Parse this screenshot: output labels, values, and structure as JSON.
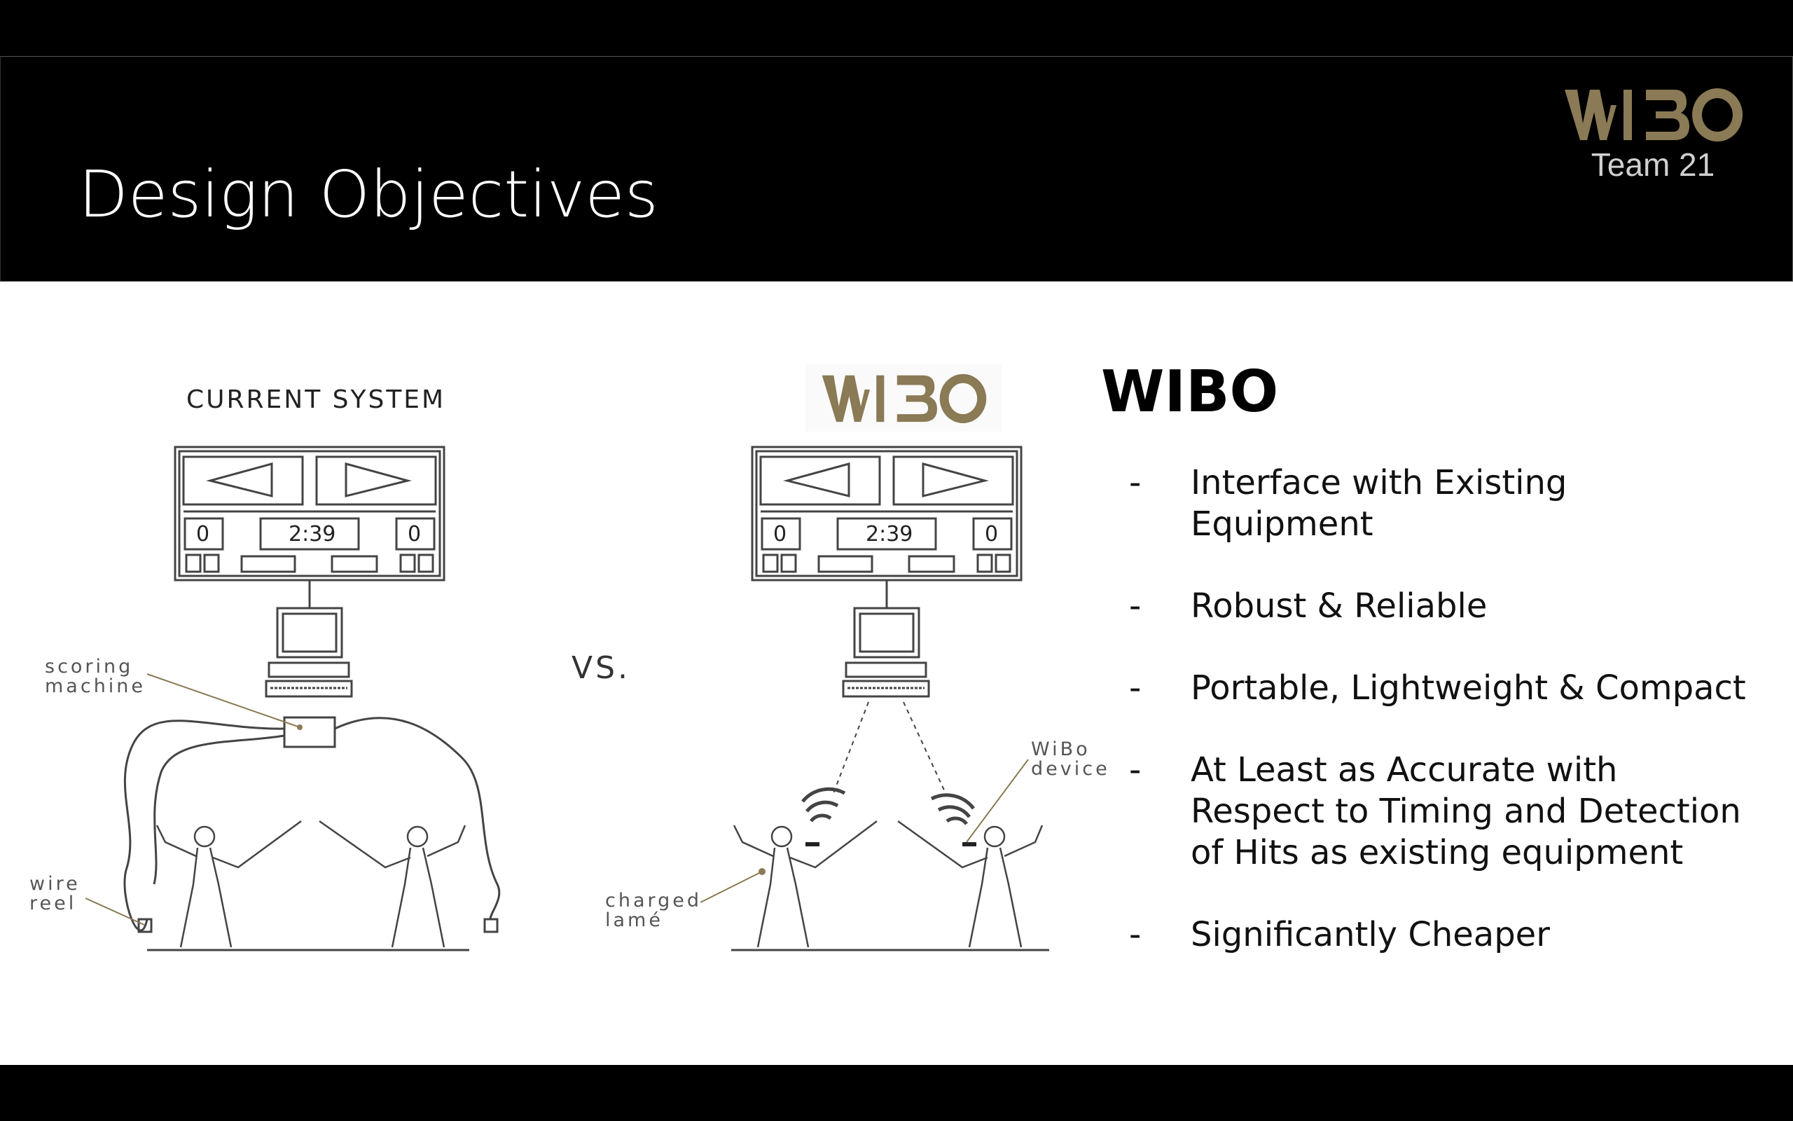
{
  "header": {
    "title": "Design Objectives",
    "logo_text": "WIBO",
    "team": "Team 21"
  },
  "illustration": {
    "current_label": "CURRENT SYSTEM",
    "wibo_logo": "WIBO",
    "vs": "VS.",
    "scoreboard": {
      "left_score": "0",
      "time": "2:39",
      "right_score": "0"
    },
    "annotations": {
      "scoring_machine": [
        "scoring",
        "machine"
      ],
      "wire_reel": [
        "wire",
        "reel"
      ],
      "charged_lame": [
        "charged",
        "lamé"
      ],
      "wibo_device": [
        "WiBo",
        "device"
      ]
    }
  },
  "panel": {
    "title": "WIBO",
    "bullets": [
      "Interface with Existing Equipment",
      "Robust & Reliable",
      "Portable, Lightweight & Compact",
      "At Least as Accurate with Respect to Timing and Detection of Hits as existing equipment",
      "Significantly Cheaper"
    ]
  },
  "colors": {
    "logo_gold": "#8a7a55",
    "header_bg": "#000000",
    "content_bg": "#ffffff"
  }
}
